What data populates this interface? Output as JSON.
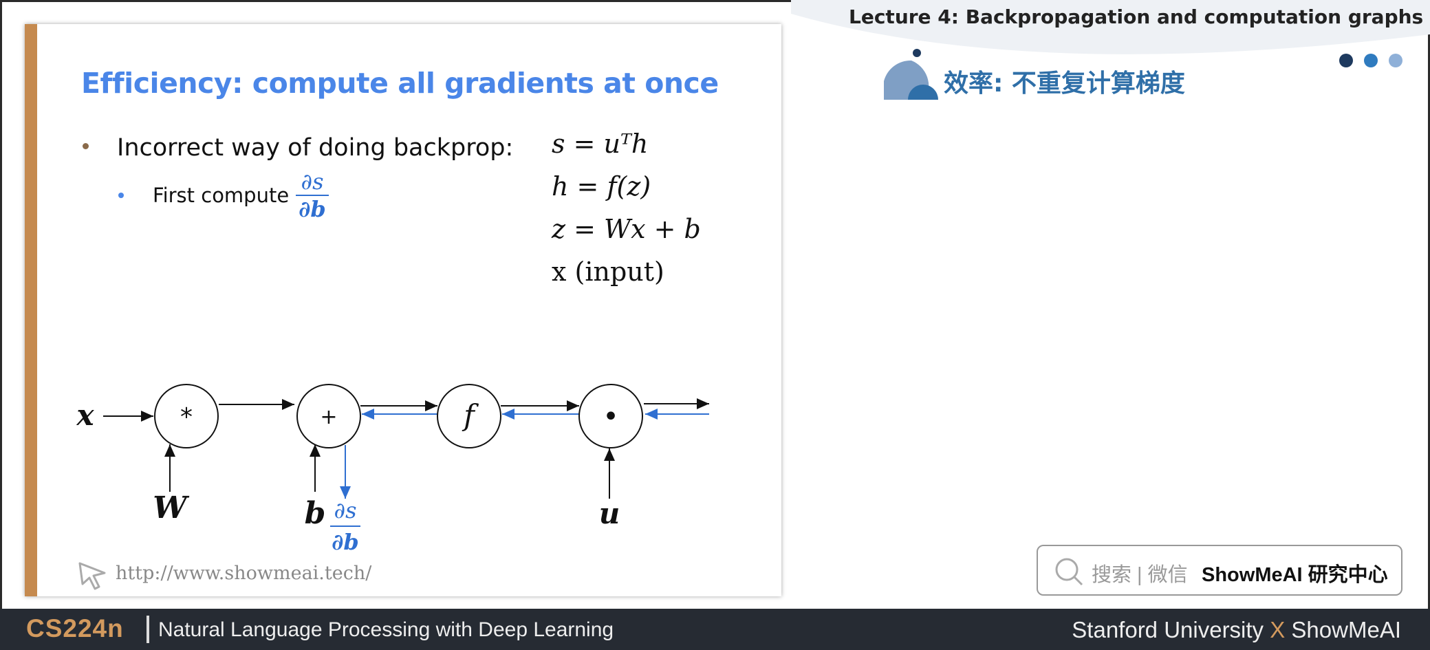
{
  "slide": {
    "title": "Efficiency: compute all gradients at once",
    "bullet_main": "Incorrect way of doing backprop:",
    "bullet_sub": "First compute",
    "frac_num": "∂s",
    "frac_den": "∂b",
    "equations": [
      "s = uᵀh",
      "h = f(z)",
      "z = Wx + b",
      "x   (input)"
    ],
    "graph": {
      "input_x": "x",
      "node_mul": "*",
      "node_add": "+",
      "node_f": "f",
      "node_dot": "•",
      "weight_w": "W",
      "bias_b": "b",
      "vec_u": "u",
      "grad_num": "∂s",
      "grad_den": "∂b"
    },
    "url": "http://www.showmeai.tech/"
  },
  "header": {
    "lecture_title": "Lecture 4:  Backpropagation and computation graphs",
    "cn_title": "效率: 不重复计算梯度",
    "dot_colors": [
      "#1e3a5f",
      "#2f7bbf",
      "#8fb0d8"
    ]
  },
  "search": {
    "label": "搜索 | 微信",
    "brand": "ShowMeAI 研究中心"
  },
  "footer": {
    "course": "CS224n",
    "subtitle": "Natural Language Processing with Deep Learning",
    "credit_left": "Stanford University",
    "credit_x": "X",
    "credit_right": "ShowMeAI"
  },
  "colors": {
    "accent_blue": "#4a86e8",
    "gradient_blue": "#2f6fd1",
    "bar_brown": "#c58a4f",
    "footer_bg": "#262b33",
    "footer_accent": "#d39a5e"
  }
}
